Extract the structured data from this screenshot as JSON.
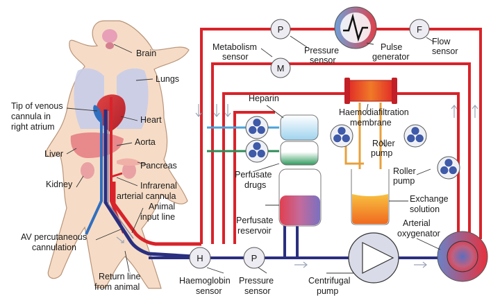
{
  "anatomy": {
    "brain": "Brain",
    "lungs": "Lungs",
    "tip_venous": [
      "Tip of venous",
      "cannula in",
      "right atrium"
    ],
    "heart": "Heart",
    "aorta": "Aorta",
    "liver": "Liver",
    "pancreas": "Pancreas",
    "kidney": "Kidney",
    "infrarenal": [
      "Infrarenal",
      "arterial cannula"
    ],
    "animal_input": [
      "Animal",
      "input line"
    ],
    "av_cannulation": [
      "AV percutaneous",
      "cannulation"
    ],
    "return_line": [
      "Return line",
      "from animal"
    ]
  },
  "devices": {
    "pressure_symbol": "P",
    "metabolism_symbol": "M",
    "flow_symbol": "F",
    "haemoglobin_symbol": "H",
    "metabolism_sensor": [
      "Metabolism",
      "sensor"
    ],
    "pressure_sensor_top": [
      "Pressure",
      "sensor"
    ],
    "pulse_generator": [
      "Pulse",
      "generator"
    ],
    "flow_sensor": [
      "Flow",
      "sensor"
    ],
    "heparin": "Heparin",
    "haemodiafiltration": [
      "Haemodiafiltration",
      "membrane"
    ],
    "roller_pump_center": [
      "Roller",
      "pump"
    ],
    "roller_pump_right": [
      "Roller",
      "pump"
    ],
    "perfusate_drugs": [
      "Perfusate",
      "drugs"
    ],
    "perfusate_reservoir": [
      "Perfusate",
      "reservoir"
    ],
    "exchange_solution": [
      "Exchange",
      "solution"
    ],
    "arterial_oxygenator": [
      "Arterial",
      "oxygenator"
    ],
    "haemoglobin_sensor": [
      "Haemoglobin",
      "sensor"
    ],
    "pressure_sensor_bottom": [
      "Pressure",
      "sensor"
    ],
    "centrifugal_pump": [
      "Centrifugal",
      "pump"
    ]
  },
  "colors": {
    "arterial_line": "#d8232a",
    "venous_line": "#2a2f80",
    "heparin_line": "#4aa3d8",
    "drug_line": "#2e8b57",
    "exchange_line": "#e8a03c",
    "sensor_fill": "#ececf2",
    "pump_fill": "#d9dbe8",
    "roller_fill": "#3f5aa8",
    "animal_body": "#f6dcc6",
    "animal_outline": "#b89378",
    "lungs": "#c8cce8",
    "liver": "#e8898c",
    "kidney": "#e9a1a4"
  }
}
